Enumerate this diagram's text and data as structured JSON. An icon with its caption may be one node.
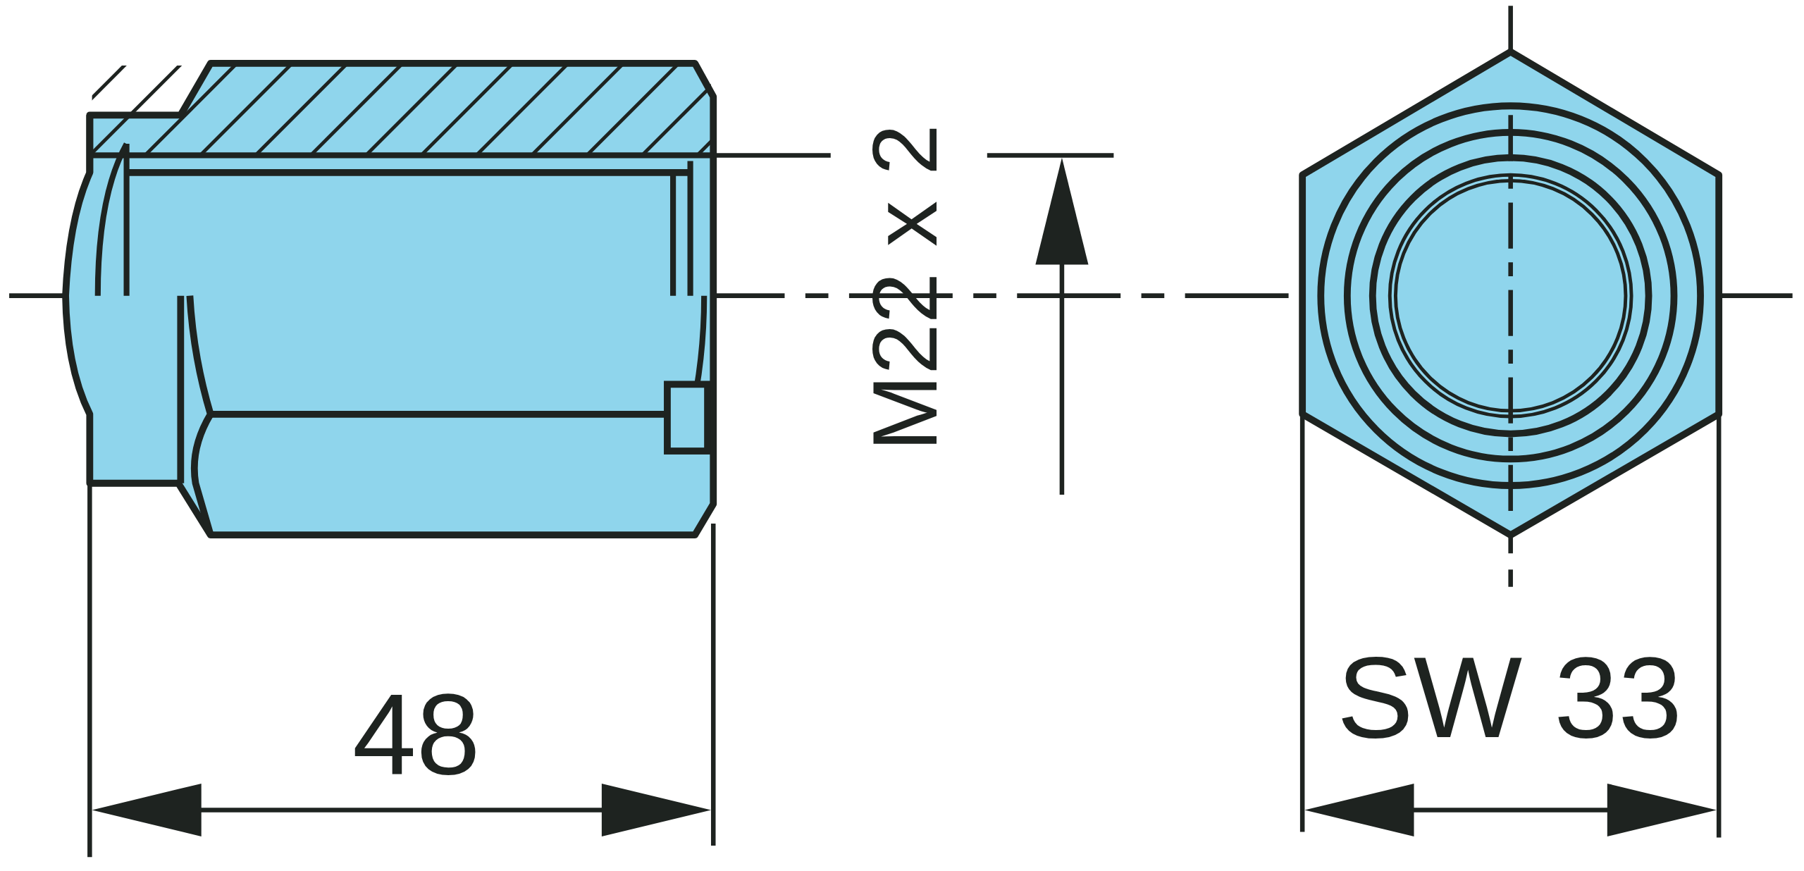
{
  "diagram": {
    "labels": [
      "M22 x 2",
      "48",
      "SW 33"
    ]
  }
}
